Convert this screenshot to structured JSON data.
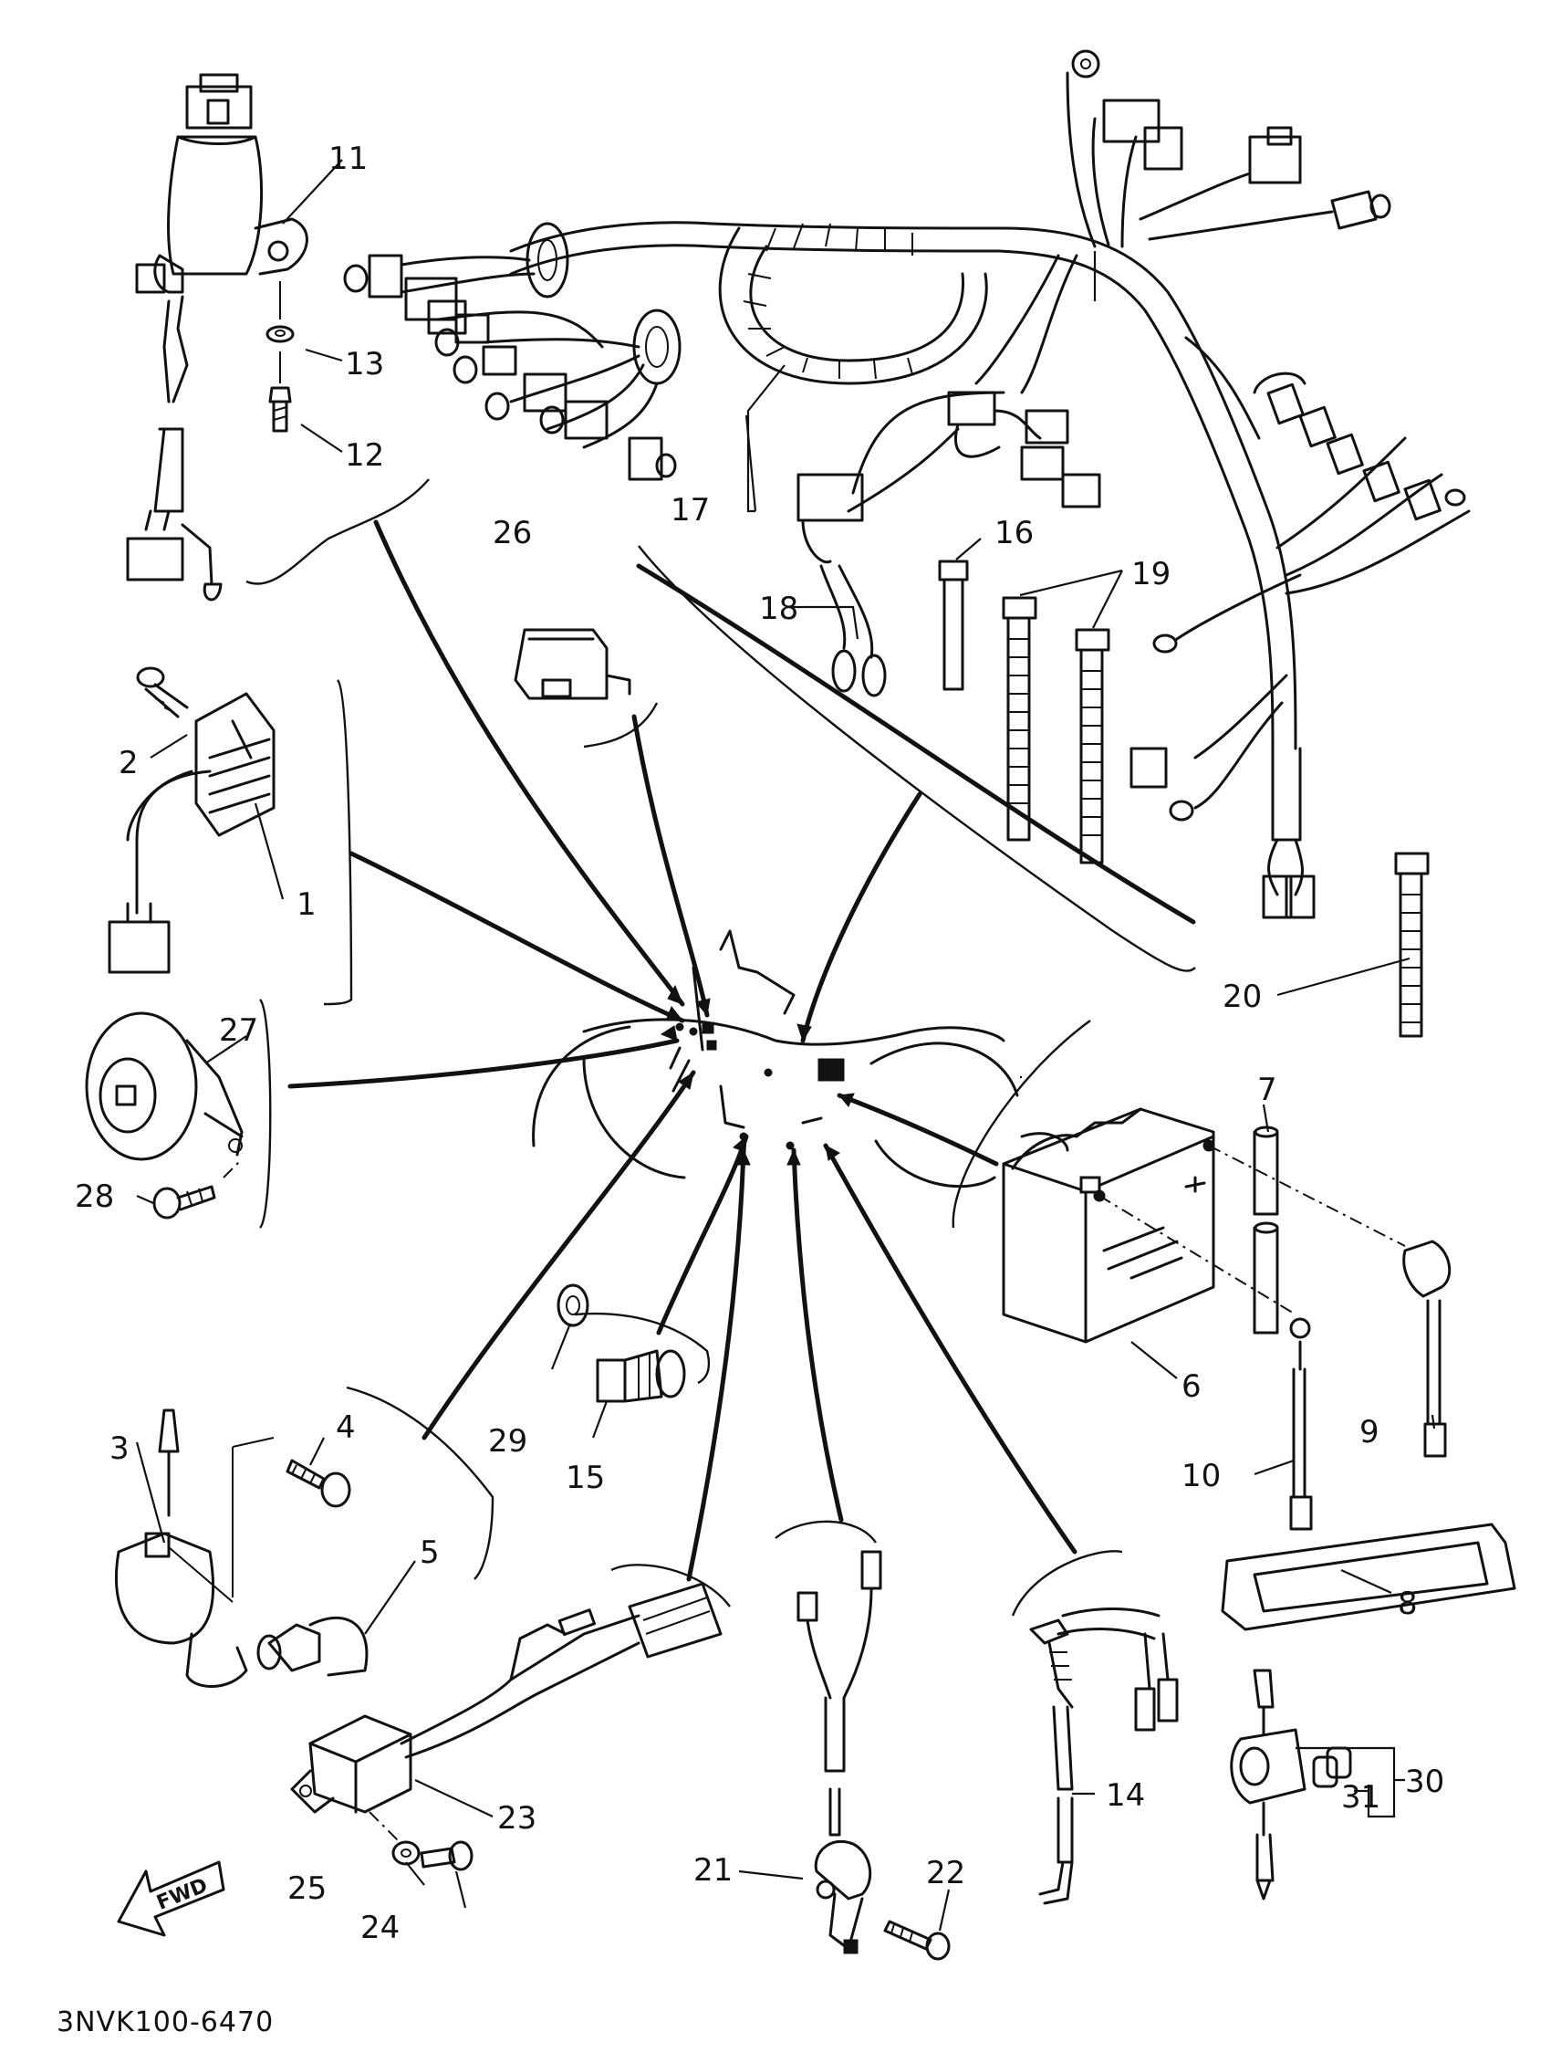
{
  "diagram_code": "3NVK100-6470",
  "fwd_label": "FWD",
  "labels": [
    "1",
    "2",
    "3",
    "4",
    "5",
    "6",
    "7",
    "8",
    "9",
    "10",
    "11",
    "12",
    "13",
    "14",
    "15",
    "16",
    "17",
    "18",
    "19",
    "20",
    "21",
    "22",
    "23",
    "24",
    "25",
    "26",
    "27",
    "28",
    "29",
    "30",
    "31"
  ],
  "icons": {
    "fwd_arrow": "fwd-arrow-icon",
    "motorcycle": "motorcycle-silhouette-icon"
  }
}
